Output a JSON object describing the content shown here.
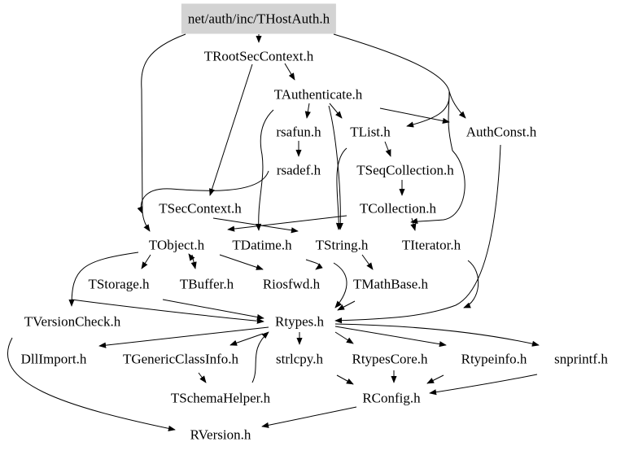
{
  "graph": {
    "root_fill": "#d3d3d3",
    "nodes": [
      {
        "id": "THostAuth",
        "label": "net/auth/inc/THostAuth.h",
        "root": true
      },
      {
        "id": "TRootSecContext",
        "label": "TRootSecContext.h"
      },
      {
        "id": "TAuthenticate",
        "label": "TAuthenticate.h"
      },
      {
        "id": "rsafun",
        "label": "rsafun.h"
      },
      {
        "id": "TList",
        "label": "TList.h"
      },
      {
        "id": "AuthConst",
        "label": "AuthConst.h"
      },
      {
        "id": "rsadef",
        "label": "rsadef.h"
      },
      {
        "id": "TSeqCollection",
        "label": "TSeqCollection.h"
      },
      {
        "id": "TSecContext",
        "label": "TSecContext.h"
      },
      {
        "id": "TCollection",
        "label": "TCollection.h"
      },
      {
        "id": "TObject",
        "label": "TObject.h"
      },
      {
        "id": "TDatime",
        "label": "TDatime.h"
      },
      {
        "id": "TString",
        "label": "TString.h"
      },
      {
        "id": "TIterator",
        "label": "TIterator.h"
      },
      {
        "id": "TStorage",
        "label": "TStorage.h"
      },
      {
        "id": "TBuffer",
        "label": "TBuffer.h"
      },
      {
        "id": "Riosfwd",
        "label": "Riosfwd.h"
      },
      {
        "id": "TMathBase",
        "label": "TMathBase.h"
      },
      {
        "id": "TVersionCheck",
        "label": "TVersionCheck.h"
      },
      {
        "id": "Rtypes",
        "label": "Rtypes.h"
      },
      {
        "id": "DllImport",
        "label": "DllImport.h"
      },
      {
        "id": "TGenericClassInfo",
        "label": "TGenericClassInfo.h"
      },
      {
        "id": "strlcpy",
        "label": "strlcpy.h"
      },
      {
        "id": "RtypesCore",
        "label": "RtypesCore.h"
      },
      {
        "id": "Rtypeinfo",
        "label": "Rtypeinfo.h"
      },
      {
        "id": "snprintf",
        "label": "snprintf.h"
      },
      {
        "id": "TSchemaHelper",
        "label": "TSchemaHelper.h"
      },
      {
        "id": "RConfig",
        "label": "RConfig.h"
      },
      {
        "id": "RVersion",
        "label": "RVersion.h"
      }
    ],
    "edges": [
      [
        "THostAuth",
        "TRootSecContext"
      ],
      [
        "THostAuth",
        "TObject"
      ],
      [
        "THostAuth",
        "AuthConst"
      ],
      [
        "THostAuth",
        "TList"
      ],
      [
        "THostAuth",
        "TString"
      ],
      [
        "TRootSecContext",
        "TAuthenticate"
      ],
      [
        "TRootSecContext",
        "TSecContext"
      ],
      [
        "TAuthenticate",
        "rsafun"
      ],
      [
        "TAuthenticate",
        "TList"
      ],
      [
        "TAuthenticate",
        "AuthConst"
      ],
      [
        "TAuthenticate",
        "TString"
      ],
      [
        "TAuthenticate",
        "TDatime"
      ],
      [
        "rsafun",
        "rsadef"
      ],
      [
        "TList",
        "TSeqCollection"
      ],
      [
        "TList",
        "TString"
      ],
      [
        "TSeqCollection",
        "TCollection"
      ],
      [
        "TCollection",
        "TObject"
      ],
      [
        "TCollection",
        "TIterator"
      ],
      [
        "TSecContext",
        "TObject"
      ],
      [
        "TSecContext",
        "TString"
      ],
      [
        "AuthConst",
        "Rtypes"
      ],
      [
        "TObject",
        "TStorage"
      ],
      [
        "TObject",
        "TBuffer"
      ],
      [
        "TObject",
        "Riosfwd"
      ],
      [
        "TObject",
        "TVersionCheck"
      ],
      [
        "TObject",
        "Rtypes"
      ],
      [
        "TString",
        "TMathBase"
      ],
      [
        "TString",
        "Riosfwd"
      ],
      [
        "TString",
        "Rtypes"
      ],
      [
        "TIterator",
        "Rtypes"
      ],
      [
        "TStorage",
        "Rtypes"
      ],
      [
        "TBuffer",
        "TObject"
      ],
      [
        "TMathBase",
        "Rtypes"
      ],
      [
        "TVersionCheck",
        "RVersion"
      ],
      [
        "Rtypes",
        "DllImport"
      ],
      [
        "Rtypes",
        "TGenericClassInfo"
      ],
      [
        "Rtypes",
        "strlcpy"
      ],
      [
        "Rtypes",
        "RtypesCore"
      ],
      [
        "Rtypes",
        "Rtypeinfo"
      ],
      [
        "Rtypes",
        "snprintf"
      ],
      [
        "TGenericClassInfo",
        "TSchemaHelper"
      ],
      [
        "TSchemaHelper",
        "Rtypes"
      ],
      [
        "strlcpy",
        "RConfig"
      ],
      [
        "RtypesCore",
        "RConfig"
      ],
      [
        "Rtypeinfo",
        "RConfig"
      ],
      [
        "snprintf",
        "RConfig"
      ],
      [
        "RConfig",
        "RVersion"
      ]
    ]
  }
}
